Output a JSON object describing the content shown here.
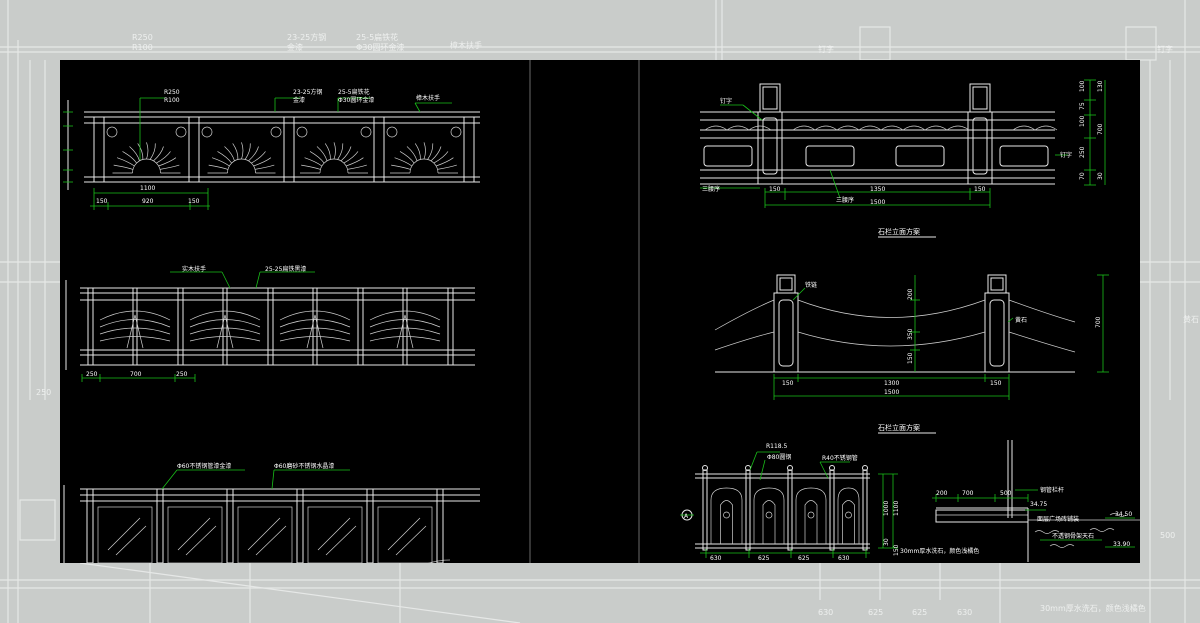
{
  "colors": {
    "sheet": "#000000",
    "line": "#e8e8e8",
    "dim": "#19c019",
    "text": "#ffffff",
    "outer": "#c9ccca"
  },
  "panel1": {
    "labels": {
      "r250": "R250",
      "r100": "R100",
      "steel": "23-25方钢",
      "gold": "金漆",
      "flat": "25-5扁铁花",
      "round": "Φ30圆环金漆",
      "wood": "樟木扶手"
    },
    "dims": {
      "d1100": "1100",
      "d150a": "150",
      "d920": "920",
      "d150b": "150"
    }
  },
  "panel2": {
    "labels": {
      "solid_wood": "实木扶手",
      "flat_iron": "25-25扁铁黑漆"
    },
    "dims": {
      "d250a": "250",
      "d700": "700",
      "d250b": "250"
    }
  },
  "panel3": {
    "labels": {
      "pipe_gold": "Φ60不锈钢管漆金漆",
      "pipe_glass": "Φ60磨砂不锈钢水晶漆"
    }
  },
  "right_top": {
    "labels": {
      "post": "钉字",
      "moulding": "三腰序",
      "moulding2": "三腰序",
      "post_r": "钉字"
    },
    "dims": {
      "d150a": "150",
      "d1350": "1350",
      "d150b": "150",
      "d1500": "1500",
      "v100": "100",
      "v75": "75",
      "v100b": "100",
      "v250": "250",
      "v70": "70",
      "v130": "130",
      "v700": "700",
      "v30": "30"
    },
    "caption": "石栏立面方案"
  },
  "right_mid": {
    "labels": {
      "chain": "铁链",
      "stone": "黄石"
    },
    "dims": {
      "d150a": "150",
      "d1300": "1300",
      "d150b": "150",
      "d1500": "1500",
      "v200": "200",
      "v350": "350",
      "v150": "150",
      "v700": "700"
    },
    "caption": "石栏立面方案"
  },
  "right_bot": {
    "labels": {
      "r118": "R118.5",
      "p80": "Φ80圆钢",
      "r40": "R40不锈钢管",
      "a_mark": "A"
    },
    "dims": {
      "d630a": "630",
      "d625a": "625",
      "d625b": "625",
      "d630b": "630",
      "v1000": "1000",
      "v1100": "1100",
      "v30": "30",
      "v150": "150"
    },
    "note": "30mm厚水洗石，颜色浅橘色"
  },
  "section": {
    "dims": {
      "d200": "200",
      "d700": "700",
      "d500": "500"
    },
    "labels": {
      "rail": "钢管栏杆",
      "deck": "面层广场砖铺装",
      "elev1": "34.75",
      "elev2": "34.50",
      "stone": "不透钢骨架天石",
      "elev3": "33.90"
    }
  },
  "outer": {
    "labels": {
      "r250": "R250",
      "r100": "R100",
      "steel": "23-25方钢",
      "gold": "金漆",
      "flat": "25-5扁铁花",
      "round": "Φ30圆环金漆",
      "wood": "樟木扶手",
      "post": "钉字",
      "post2": "钉字",
      "stone": "黄石",
      "d250": "250",
      "d500": "500",
      "d630a": "630",
      "d625a": "625",
      "d625b": "625",
      "d630b": "630",
      "note": "30mm厚水洗石，颜色浅橘色"
    }
  }
}
